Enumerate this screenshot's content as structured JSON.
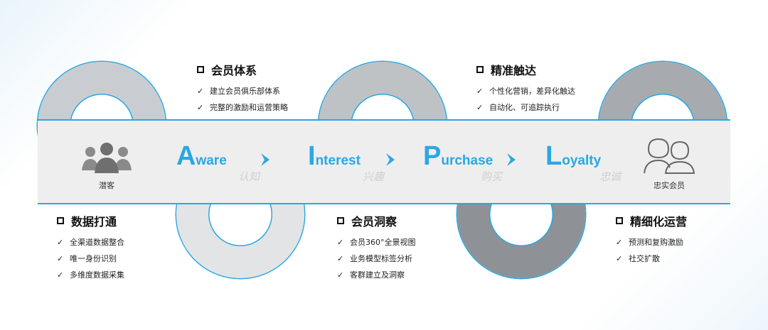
{
  "stages": [
    {
      "letter": "A",
      "rest": "ware",
      "cn": "认知"
    },
    {
      "letter": "I",
      "rest": "nterest",
      "cn": "兴趣"
    },
    {
      "letter": "P",
      "rest": "urchase",
      "cn": "购买"
    },
    {
      "letter": "L",
      "rest": "oyalty",
      "cn": "忠诚"
    }
  ],
  "people": {
    "start": "潜客",
    "end": "忠实会员"
  },
  "cards": {
    "membership_system": {
      "title": "会员体系",
      "items": [
        "建立会员俱乐部体系",
        "完整的激励和运营策略"
      ]
    },
    "precise_reach": {
      "title": "精准触达",
      "items": [
        "个性化营销，差异化触达",
        "自动化、可追踪执行"
      ]
    },
    "data_integration": {
      "title": "数据打通",
      "items": [
        "全渠道数据整合",
        "唯一身份识别",
        "多维度数据采集"
      ]
    },
    "member_insight": {
      "title": "会员洞察",
      "items": [
        "会员360°全景视图",
        "业务模型标签分析",
        "客群建立及洞察"
      ]
    },
    "refined_operation": {
      "title": "精细化运营",
      "items": [
        "预测和复购激励",
        "社交扩散"
      ]
    }
  },
  "colors": {
    "accent": "#2aa7e3",
    "band": "#eeeeee"
  },
  "icons": [
    "group-people-icon",
    "two-people-icon",
    "chevron-right-icon",
    "checkbox-icon",
    "checkmark-icon"
  ]
}
